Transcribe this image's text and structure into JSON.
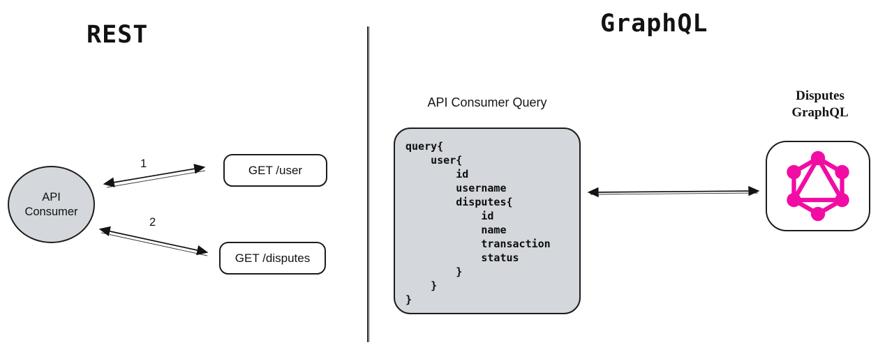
{
  "colors": {
    "graphql_pink": "#F10DA3",
    "panel_gray": "#d4d7dc",
    "ink": "#141414"
  },
  "rest": {
    "title": "REST",
    "consumer_label": "API\nConsumer",
    "calls": [
      {
        "label": "1",
        "endpoint": "GET /user"
      },
      {
        "label": "2",
        "endpoint": "GET /disputes"
      }
    ]
  },
  "graphql": {
    "title": "GraphQL",
    "query_label": "API Consumer Query",
    "query_code": "query{\n    user{\n        id\n        username\n        disputes{\n            id\n            name\n            transaction\n            status\n        }\n    }\n}",
    "service_label": "Disputes\nGraphQL"
  }
}
